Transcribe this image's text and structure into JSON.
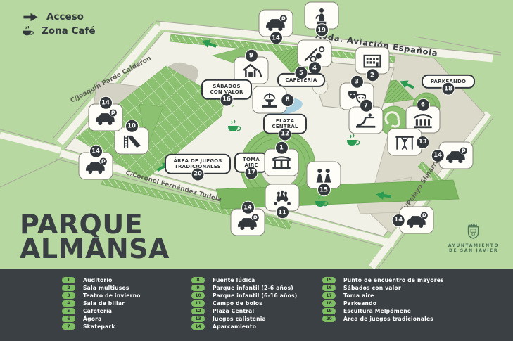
{
  "header": {
    "acceso_label": "Acceso",
    "zona_cafe_label": "Zona Café"
  },
  "title": {
    "line1": "PARQUE",
    "line2": "ALMANSA"
  },
  "streets": {
    "avenida": "Avda. Aviación Española",
    "joaquin": "C/Joaquín Pardo Calderón",
    "coronel": "C/Coronel Fernández Tudela",
    "pelayo": "C/Pelayo Simarro"
  },
  "map_labels": {
    "cafeteria": "CAFETERÍA",
    "sabados": "SÁBADOS CON VALOR",
    "plaza": "PLAZA CENTRAL",
    "toma_aire": "TOMA AIRE",
    "area_juegos": "ÁREA DE JUEGOS TRADICIONALES",
    "parkeando": "PARKEANDO"
  },
  "map_markers": [
    {
      "n": "19",
      "icon": "statue"
    },
    {
      "n": "14",
      "icon": "parking"
    },
    {
      "n": "9",
      "icon": "playground-small"
    },
    {
      "n": "4",
      "icon": "billiards"
    },
    {
      "n": "5",
      "icon": "label-cafeteria"
    },
    {
      "n": "2",
      "icon": "building"
    },
    {
      "n": "3",
      "icon": "theater-masks"
    },
    {
      "n": "16",
      "icon": "label-sabados"
    },
    {
      "n": "8",
      "icon": "fountain"
    },
    {
      "n": "18",
      "icon": "label-parkeando"
    },
    {
      "n": "7",
      "icon": "skatepark"
    },
    {
      "n": "6",
      "icon": "agora"
    },
    {
      "n": "12",
      "icon": "label-plaza"
    },
    {
      "n": "13",
      "icon": "calisthenics"
    },
    {
      "n": "14",
      "icon": "parking"
    },
    {
      "n": "10",
      "icon": "slide"
    },
    {
      "n": "14",
      "icon": "parking"
    },
    {
      "n": "14",
      "icon": "parking"
    },
    {
      "n": "20",
      "icon": "label-area-juegos"
    },
    {
      "n": "17",
      "icon": "label-toma-aire"
    },
    {
      "n": "1",
      "icon": "stage"
    },
    {
      "n": "15",
      "icon": "people"
    },
    {
      "n": "11",
      "icon": "bowling"
    },
    {
      "n": "14",
      "icon": "parking"
    },
    {
      "n": "14",
      "icon": "parking"
    }
  ],
  "legend": {
    "items": [
      {
        "n": "1",
        "label": "Auditorio"
      },
      {
        "n": "2",
        "label": "Sala multiusos"
      },
      {
        "n": "3",
        "label": "Teatro de invierno"
      },
      {
        "n": "4",
        "label": "Sala de billar"
      },
      {
        "n": "5",
        "label": "Cafetería"
      },
      {
        "n": "6",
        "label": "Ágora"
      },
      {
        "n": "7",
        "label": "Skatepark"
      },
      {
        "n": "8",
        "label": "Fuente lúdica"
      },
      {
        "n": "9",
        "label": "Parque infantil (2-6 años)"
      },
      {
        "n": "10",
        "label": "Parque infantil (6-16 años)"
      },
      {
        "n": "11",
        "label": "Campo de bolos"
      },
      {
        "n": "12",
        "label": "Plaza Central"
      },
      {
        "n": "13",
        "label": "Juegos calistenia"
      },
      {
        "n": "14",
        "label": "Aparcamiento"
      },
      {
        "n": "15",
        "label": "Punto de encuentro de mayores"
      },
      {
        "n": "16",
        "label": "Sábados con valor"
      },
      {
        "n": "17",
        "label": "Toma aire"
      },
      {
        "n": "18",
        "label": "Parkeando"
      },
      {
        "n": "19",
        "label": "Escultura Melpómene"
      },
      {
        "n": "20",
        "label": "Área de juegos tradicionales"
      }
    ]
  },
  "logo": {
    "line1": "AYUNTAMIENTO",
    "line2": "DE SAN JAVIER"
  },
  "colors": {
    "background_green": "#b7d8a0",
    "map_cream": "#f2f1e8",
    "zone_green": "#8cc171",
    "accent_green": "#2c9b52",
    "dark": "#3b4045",
    "pill_green": "#7fbf63",
    "pond_blue": "#a9d1e1",
    "beige": "#dbd9ca"
  }
}
